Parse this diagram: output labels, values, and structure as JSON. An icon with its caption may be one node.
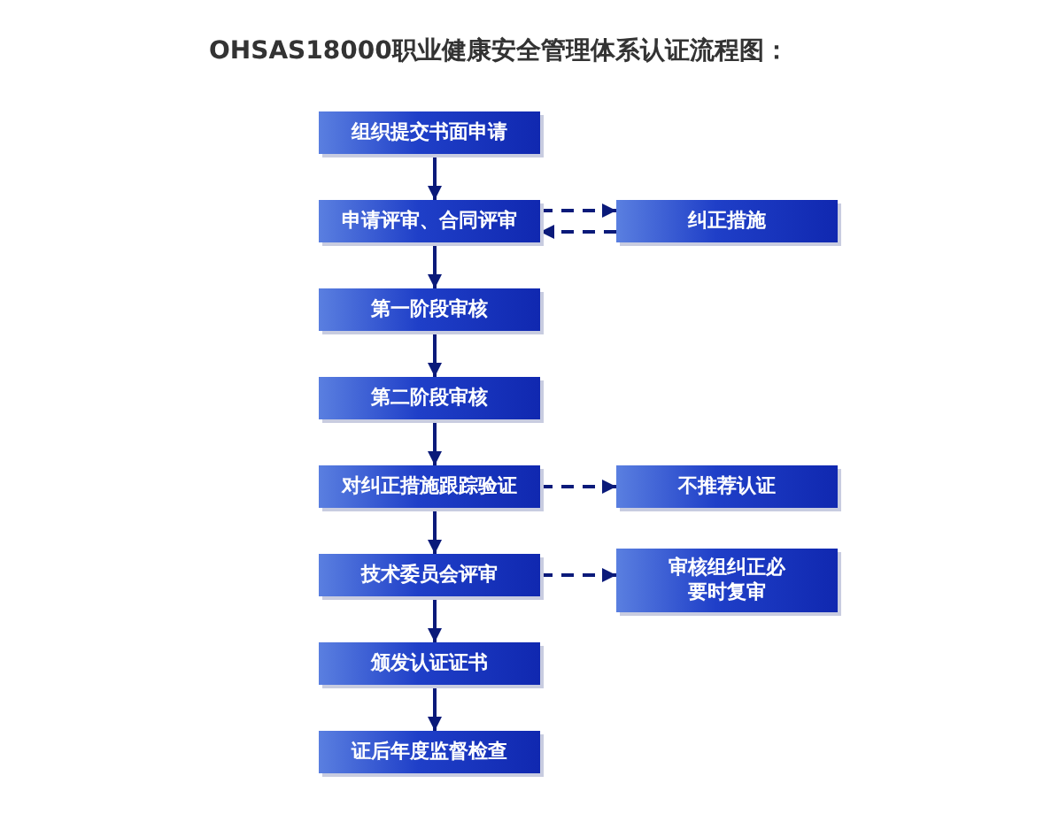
{
  "diagram": {
    "title": "OHSAS18000职业健康安全管理体系认证流程图：",
    "nodes": [
      {
        "text": [
          "组织提交书面申请"
        ]
      },
      {
        "text": [
          "申请评审、合同评审"
        ]
      },
      {
        "text": [
          "纠正措施"
        ]
      },
      {
        "text": [
          "第一阶段审核"
        ]
      },
      {
        "text": [
          "第二阶段审核"
        ]
      },
      {
        "text": [
          "对纠正措施跟踪验证"
        ]
      },
      {
        "text": [
          "不推荐认证"
        ]
      },
      {
        "text": [
          "技术委员会评审"
        ]
      },
      {
        "text": [
          "审核组纠正必要时复审"
        ]
      },
      {
        "text": [
          "颁发认证证书"
        ]
      },
      {
        "text": [
          "证后年度监督检查"
        ]
      }
    ],
    "edges": [
      {
        "from": 0,
        "to": 1,
        "arrow": "to"
      },
      {
        "from": 1,
        "to": 2,
        "arrow": "to",
        "style": "dashed"
      },
      {
        "from": 2,
        "to": 1,
        "arrow": "to",
        "style": "dashed"
      },
      {
        "from": 1,
        "to": 3,
        "arrow": "to"
      },
      {
        "from": 3,
        "to": 4,
        "arrow": "to"
      },
      {
        "from": 4,
        "to": 5,
        "arrow": "to"
      },
      {
        "from": 5,
        "to": 6,
        "arrow": "to",
        "style": "dashed"
      },
      {
        "from": 5,
        "to": 7,
        "arrow": "to"
      },
      {
        "from": 7,
        "to": 8,
        "arrow": "to",
        "style": "dashed"
      },
      {
        "from": 7,
        "to": 9,
        "arrow": "to"
      },
      {
        "from": 9,
        "to": 10,
        "arrow": "to"
      }
    ]
  }
}
